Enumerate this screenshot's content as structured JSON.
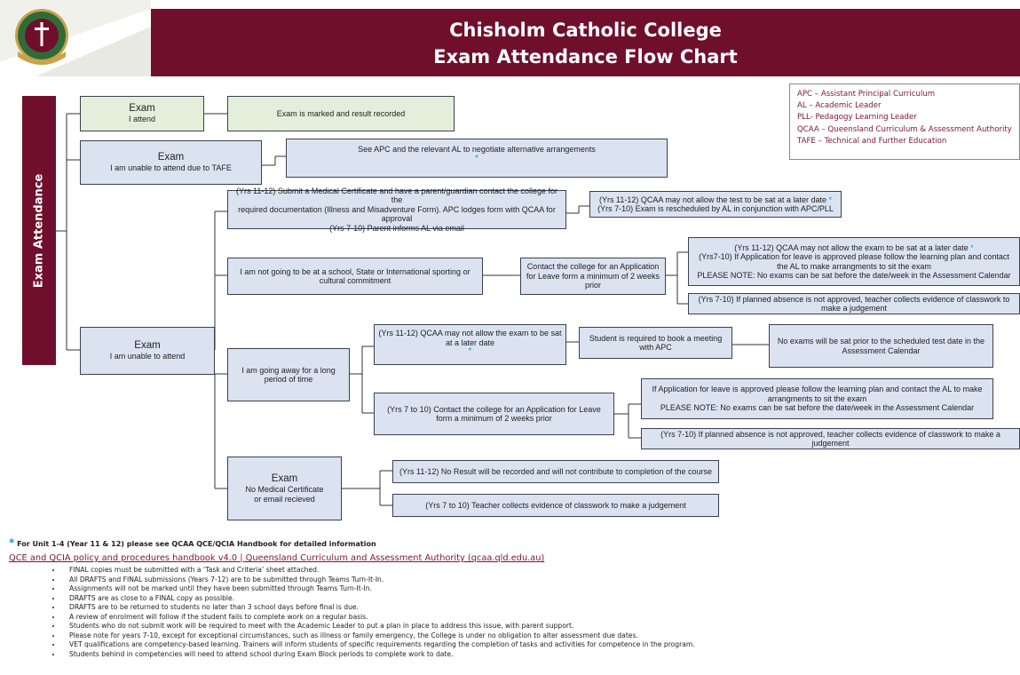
{
  "header": {
    "title_line1": "Chisholm Catholic College",
    "title_line2": "Exam Attendance Flow Chart"
  },
  "logo": {
    "name": "college-crest",
    "colors": {
      "maroon": "#6f0f2c",
      "green": "#2f6b3a",
      "gold": "#c9a24a"
    }
  },
  "side_label": "Exam Attendance",
  "legend": [
    "APC – Assistant Principal Curriculum",
    "AL – Academic Leader",
    "PLL- Pedagogy Learning Leader",
    "QCAA – Queensland Curriculum & Assessment Authority",
    "TAFE – Technical and Further Education"
  ],
  "nodes": {
    "attend": {
      "title": "Exam",
      "sub": "I attend"
    },
    "marked": {
      "text": "Exam is marked and result recorded"
    },
    "tafe": {
      "title": "Exam",
      "sub": "I am unable to attend due to TAFE"
    },
    "apc_al": {
      "text": "See APC and the relevant AL to negotiate alternative arrangements"
    },
    "unable": {
      "title": "Exam",
      "sub": "I am unable to attend"
    },
    "medical": {
      "l1": "(Yrs 11-12)  Submit a Medical Certificate and have a parent/guardian contact the college for the",
      "l2": "required documentation (Illness and Misadventure Form). APC lodges form with QCAA for approval",
      "l3": "(Yrs 7-10)  Parent informs AL via email"
    },
    "medical_out": {
      "l1": "(Yrs 11-12) QCAA may not allow the test to be sat at a later date",
      "l2": "(Yrs 7-10) Exam is rescheduled by AL in conjunction with APC/PLL"
    },
    "sporting": {
      "text": "I am not going to be at a school, State or International sporting or cultural commitment"
    },
    "sporting_leave": {
      "text": "Contact the college for an Application for Leave form a minimum of 2 weeks prior"
    },
    "sporting_approved": {
      "l1": "(Yrs 11-12) QCAA may not allow the exam to be sat at a later date",
      "l2": "(Yrs7-10) If Application for leave is approved please follow the learning plan and contact the AL to make arrangments to sit the exam",
      "l3": "PLEASE NOTE: No exams can be sat before the date/week in the Assessment Calendar"
    },
    "sporting_not_approved": {
      "text": "(Yrs 7-10) If planned absence is not approved, teacher collects evidence of classwork to make a judgement"
    },
    "away": {
      "text": "I am going away for a long period of time"
    },
    "away_senior": {
      "text": "(Yrs 11-12)  QCAA may not allow the exam to be sat at a later date"
    },
    "apc_meeting": {
      "text": "Student is required to book a meeting with APC"
    },
    "no_exams_prior": {
      "text": "No exams will be sat prior to the scheduled test date in the Assessment Calendar"
    },
    "away_junior": {
      "text": "(Yrs 7 to 10) Contact the college for an Application for Leave form a minimum of 2 weeks prior"
    },
    "away_approved": {
      "l1": "If Application for leave is approved please follow the learning plan and contact the AL to make arrangments to sit the exam",
      "l2": "PLEASE NOTE: No exams can be sat before the date/week in the Assessment Calendar"
    },
    "away_not_approved": {
      "text": "(Yrs 7-10) If planned absence is not approved, teacher collects evidence of classwork to make a judgement"
    },
    "no_medical": {
      "title": "Exam",
      "l1": "No Medical Certificate",
      "l2": "or email recieved"
    },
    "no_result": {
      "text": "(Yrs 11-12) No Result will be recorded and will not contribute to completion of the course"
    },
    "teacher_evidence": {
      "text": "(Yrs 7 to 10) Teacher collects evidence of classwork to make a judgement"
    }
  },
  "star": "*",
  "notes": {
    "footnote": "For Unit 1-4 (Year 11 & 12) please see QCAA QCE/QCIA Handbook for detailed information",
    "link": "QCE and QCIA policy and procedures handbook v4.0 | Queensland Curriculum and Assessment Authority (qcaa.qld.edu.au)",
    "bullets": [
      "FINAL copies must be submitted with a ‘Task and Criteria’ sheet attached.",
      "All DRAFTS and FINAL submissions (Years 7-12) are to be submitted through Teams Turn-It-In.",
      "Assignments will not be marked until they have been submitted through Teams Turn-It-In.",
      "DRAFTS are as close to a FINAL copy as possible.",
      "DRAFTS are to be returned to students no later than 3 school days before final is due.",
      "A review of enrolment will follow if the student fails to complete work on a regular basis.",
      "Students who do not submit work will be required to meet with the Academic Leader to put a plan in place to address this issue, with parent support.",
      "Please note for years 7-10, except for exceptional circumstances, such as illness or family emergency, the College is under no obligation to alter assessment due dates.",
      "VET qualifications are competency-based learning. Trainers will inform students of specific requirements regarding the completion of tasks and activities for competence in the program.",
      "Students behind in competencies will need to attend school during Exam Block periods to complete work to date."
    ]
  }
}
